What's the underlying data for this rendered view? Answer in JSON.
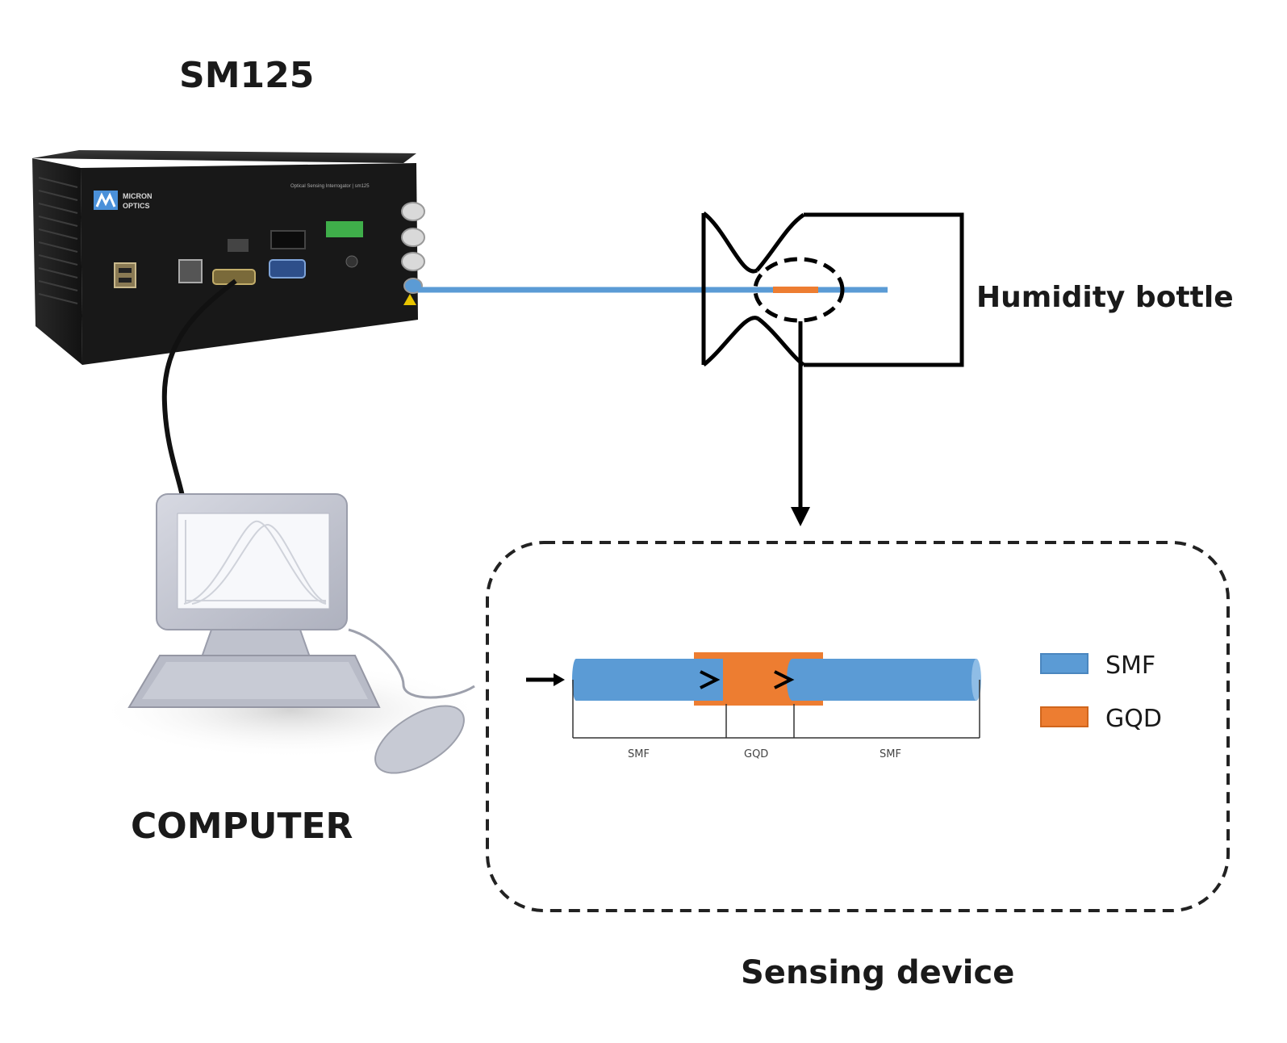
{
  "labels": {
    "interrogator": "SM125",
    "computer": "COMPUTER",
    "humidity_bottle": "Humidity bottle",
    "sensing_device": "Sensing device"
  },
  "device": {
    "brand_line1": "MICRON",
    "brand_line2": "OPTICS",
    "panel_text": "Optical Sensing Interrogator | sm125"
  },
  "fiber_segments": {
    "left": "SMF",
    "middle": "GQD",
    "right": "SMF"
  },
  "legend": [
    {
      "label": "SMF",
      "color": "#5b9bd5"
    },
    {
      "label": "GQD",
      "color": "#ed7d31"
    }
  ],
  "colors": {
    "smf": "#5b9bd5",
    "gqd": "#ed7d31",
    "device_body": "#1c1c1c",
    "computer": "#c9ccd6"
  }
}
